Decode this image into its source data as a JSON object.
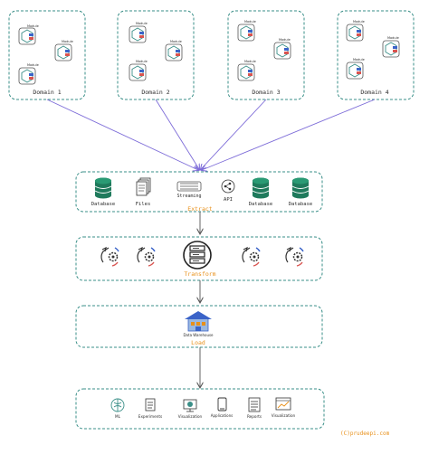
{
  "domains": [
    {
      "label": "Domain 1",
      "module_label": "Module"
    },
    {
      "label": "Domain 2",
      "module_label": "Module"
    },
    {
      "label": "Domain 3",
      "module_label": "Module"
    },
    {
      "label": "Domain 4",
      "module_label": "Module"
    }
  ],
  "extract": {
    "stage_label": "Extract",
    "sources": [
      {
        "label": "Database",
        "icon": "database-icon"
      },
      {
        "label": "Files",
        "icon": "files-icon"
      },
      {
        "label": "Streaming",
        "icon": "streaming-icon"
      },
      {
        "label": "API",
        "icon": "api-icon"
      },
      {
        "label": "Database",
        "icon": "database-icon"
      },
      {
        "label": "Database",
        "icon": "database-icon"
      }
    ]
  },
  "transform": {
    "stage_label": "Transform",
    "server_icon": "server-icon",
    "gear_icon": "transform-gear-icon"
  },
  "load": {
    "stage_label": "Load",
    "warehouse_label": "Data Warehouse",
    "icon": "data-warehouse-icon"
  },
  "consumers": [
    {
      "label": "ML",
      "icon": "brain-icon"
    },
    {
      "label": "Experiments",
      "icon": "document-icon"
    },
    {
      "label": "Visualization",
      "icon": "dashboard-icon"
    },
    {
      "label": "Applications",
      "icon": "mobile-icon"
    },
    {
      "label": "Reports",
      "icon": "report-icon"
    },
    {
      "label": "Visualization",
      "icon": "chart-window-icon"
    }
  ],
  "credit": "(C)prudeepi.com",
  "colors": {
    "border": "#3a8f88",
    "arrow": "#7d6cd8",
    "stage_label": "#e8901a",
    "db": "#1f7a5c",
    "module_red": "#d9534f",
    "module_blue": "#3a63c8"
  }
}
